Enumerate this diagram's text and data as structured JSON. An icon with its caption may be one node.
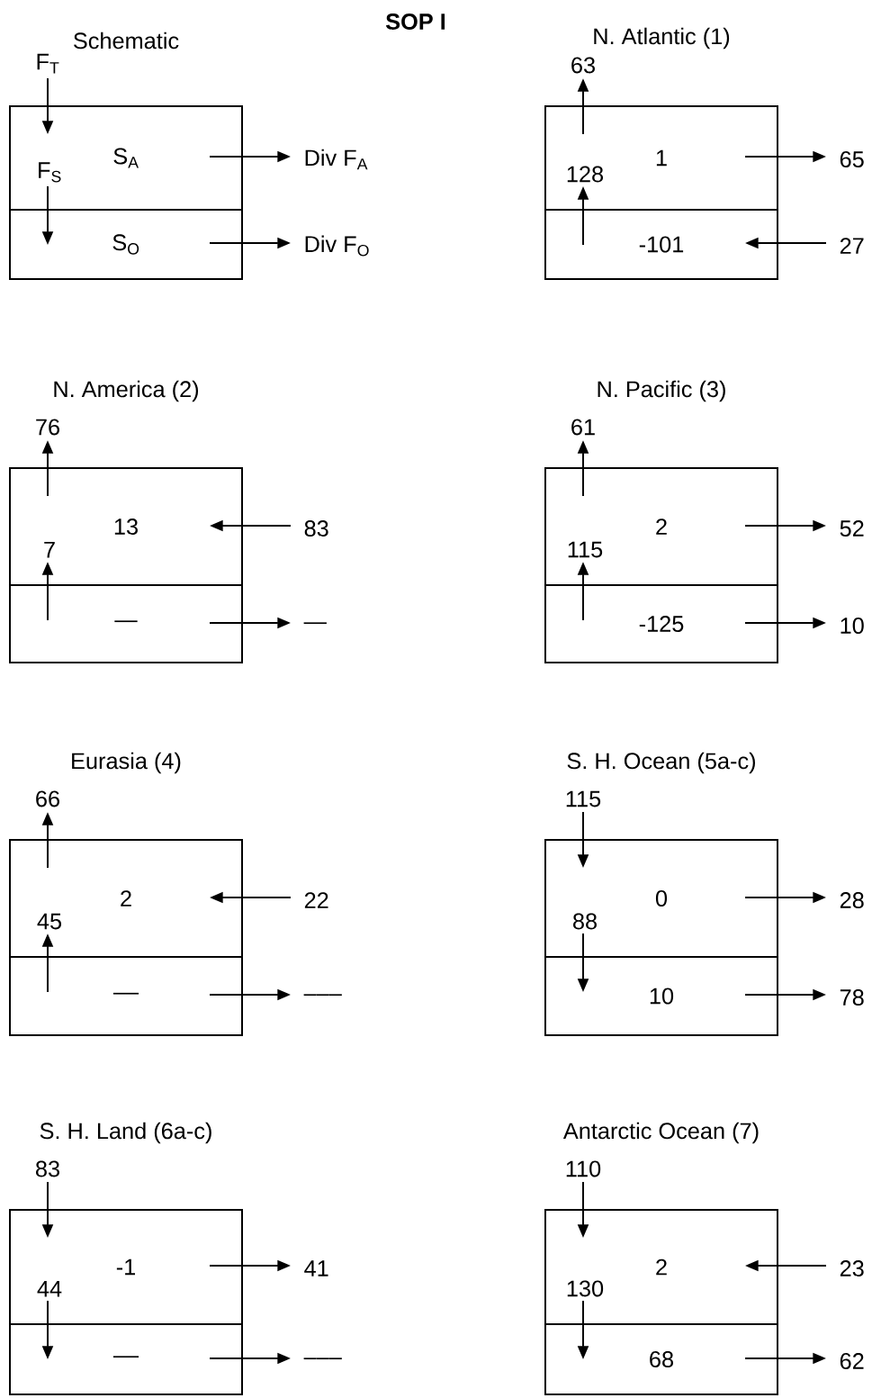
{
  "diagram": {
    "title": "SOP I",
    "nodes": [
      {
        "text": [
          "Schematic"
        ]
      },
      {
        "text": [
          "S$_{A}$"
        ],
        "in": 0
      },
      {
        "text": [
          "S$_{O}$"
        ],
        "in": 0
      },
      {
        "text": [
          "N. Atlantic (1)"
        ]
      },
      {
        "text": [
          "1"
        ],
        "in": 3
      },
      {
        "text": [
          "-101"
        ],
        "in": 3
      },
      {
        "text": [
          "N. America (2)"
        ]
      },
      {
        "text": [
          "13"
        ],
        "in": 6
      },
      {
        "text": [
          "—"
        ],
        "in": 6
      },
      {
        "text": [
          "N. Pacific (3)"
        ]
      },
      {
        "text": [
          "2"
        ],
        "in": 9
      },
      {
        "text": [
          "-125"
        ],
        "in": 9
      },
      {
        "text": [
          "Eurasia (4)"
        ]
      },
      {
        "text": [
          "2"
        ],
        "in": 12
      },
      {
        "text": [
          "––"
        ],
        "in": 12
      },
      {
        "text": [
          "S. H. Ocean (5a-c)"
        ]
      },
      {
        "text": [
          "0"
        ],
        "in": 15
      },
      {
        "text": [
          "10"
        ],
        "in": 15
      },
      {
        "text": [
          "S. H. Land (6a-c)"
        ]
      },
      {
        "text": [
          "-1"
        ],
        "in": 18
      },
      {
        "text": [
          "––"
        ],
        "in": 18
      },
      {
        "text": [
          "Antarctic Ocean (7)"
        ]
      },
      {
        "text": [
          "2"
        ],
        "in": 21
      },
      {
        "text": [
          "68"
        ],
        "in": 21
      }
    ],
    "edges": [
      {
        "from": null,
        "to": 1,
        "arrow": "to",
        "label": "F$_{T}$"
      },
      {
        "from": 1,
        "to": 2,
        "arrow": "to",
        "label": "F$_{S}$"
      },
      {
        "from": 1,
        "to": null,
        "arrow": "to",
        "label": "Div F$_{A}$"
      },
      {
        "from": 2,
        "to": null,
        "arrow": "to",
        "label": "Div F$_{O}$"
      },
      {
        "from": 4,
        "to": null,
        "arrow": "to",
        "label": "63"
      },
      {
        "from": 5,
        "to": 4,
        "arrow": "to",
        "label": "128"
      },
      {
        "from": 4,
        "to": null,
        "arrow": "to",
        "label": "65"
      },
      {
        "from": null,
        "to": 5,
        "arrow": "to",
        "label": "27"
      },
      {
        "from": 7,
        "to": null,
        "arrow": "to",
        "label": "76"
      },
      {
        "from": 8,
        "to": 7,
        "arrow": "to",
        "label": "7"
      },
      {
        "from": null,
        "to": 7,
        "arrow": "to",
        "label": "83"
      },
      {
        "from": 8,
        "to": null,
        "arrow": "to",
        "label": "—"
      },
      {
        "from": 10,
        "to": null,
        "arrow": "to",
        "label": "61"
      },
      {
        "from": 11,
        "to": 10,
        "arrow": "to",
        "label": "115"
      },
      {
        "from": 10,
        "to": null,
        "arrow": "to",
        "label": "52"
      },
      {
        "from": 11,
        "to": null,
        "arrow": "to",
        "label": "10"
      },
      {
        "from": 13,
        "to": null,
        "arrow": "to",
        "label": "66"
      },
      {
        "from": 14,
        "to": 13,
        "arrow": "to",
        "label": "45"
      },
      {
        "from": null,
        "to": 13,
        "arrow": "to",
        "label": "22"
      },
      {
        "from": 14,
        "to": null,
        "arrow": "to",
        "label": "–––"
      },
      {
        "from": null,
        "to": 16,
        "arrow": "to",
        "label": "115"
      },
      {
        "from": 16,
        "to": 17,
        "arrow": "to",
        "label": "88"
      },
      {
        "from": 16,
        "to": null,
        "arrow": "to",
        "label": "28"
      },
      {
        "from": 17,
        "to": null,
        "arrow": "to",
        "label": "78"
      },
      {
        "from": null,
        "to": 19,
        "arrow": "to",
        "label": "83"
      },
      {
        "from": 19,
        "to": 20,
        "arrow": "to",
        "label": "44"
      },
      {
        "from": 19,
        "to": null,
        "arrow": "to",
        "label": "41"
      },
      {
        "from": 20,
        "to": null,
        "arrow": "to",
        "label": "–––"
      },
      {
        "from": null,
        "to": 22,
        "arrow": "to",
        "label": "110"
      },
      {
        "from": 22,
        "to": 23,
        "arrow": "to",
        "label": "130"
      },
      {
        "from": null,
        "to": 22,
        "arrow": "to",
        "label": "23"
      },
      {
        "from": 23,
        "to": null,
        "arrow": "to",
        "label": "62"
      }
    ]
  }
}
